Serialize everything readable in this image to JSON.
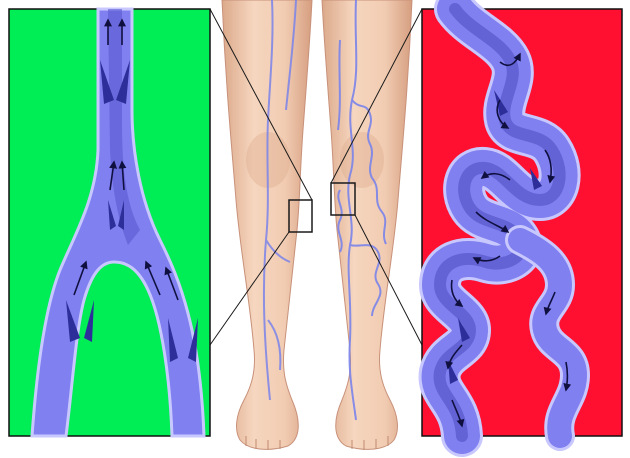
{
  "colors": {
    "left_panel_bg": "#00ee55",
    "right_panel_bg": "#ff1030",
    "vein_fill": "#8080f0",
    "vein_dark": "#3535a8",
    "vein_edge": "#c8c8ff",
    "skin": "#f2cdb3",
    "skin_shadow": "#d9a587",
    "surface_vein": "#7b84ea",
    "outline": "#1a1a1a"
  },
  "panels": {
    "left": {
      "depicts": "healthy-vein",
      "valves": "closed",
      "flow_direction": "up"
    },
    "right": {
      "depicts": "varicose-vein",
      "valves": "incompetent",
      "flow_direction": "mixed"
    }
  },
  "icons": [
    "flow-arrow-icon",
    "vein-valve-icon"
  ]
}
